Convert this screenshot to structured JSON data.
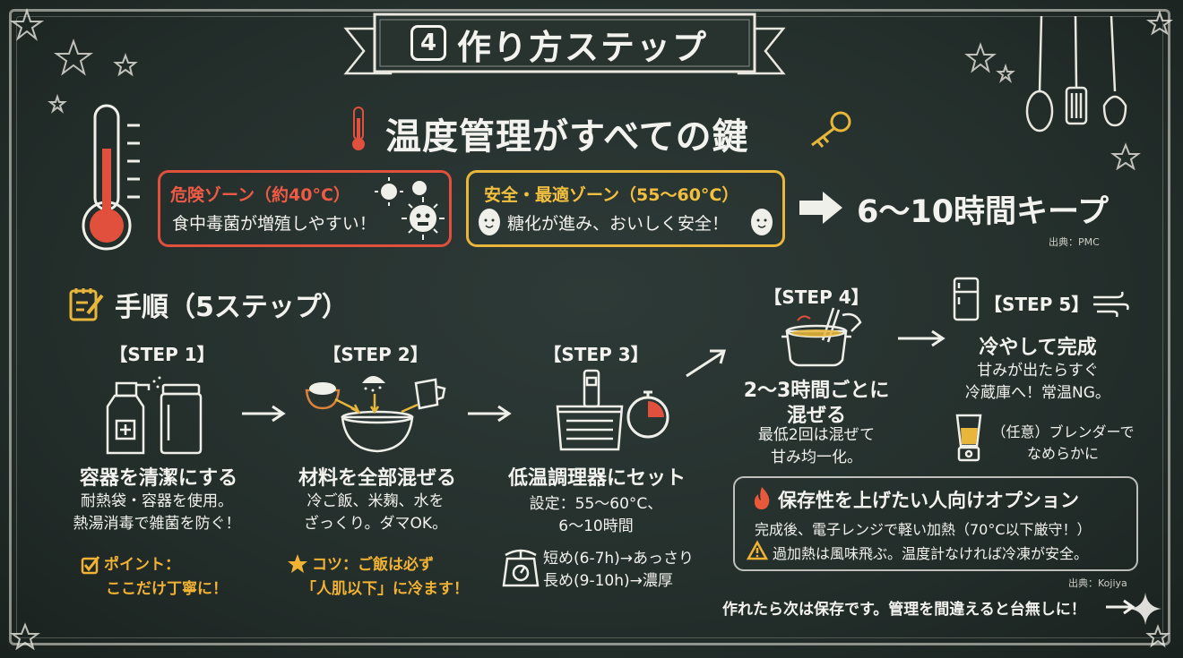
{
  "header": {
    "number": "4",
    "title": "作り方ステップ"
  },
  "temperature": {
    "heading": "温度管理がすべての鍵",
    "danger_title": "危険ゾーン（約40°C）",
    "danger_desc": "食中毒菌が増殖しやすい！",
    "safe_title": "安全・最適ゾーン（55〜60°C）",
    "safe_desc": "糖化が進み、おいしく安全！",
    "keep": "6〜10時間キープ",
    "source": "出典：PMC"
  },
  "procedure": {
    "title": "手順（5ステップ）",
    "steps": [
      {
        "label": "【STEP 1】",
        "title": "容器を清潔にする",
        "desc1": "耐熱袋・容器を使用。",
        "desc2": "熱湯消毒で雑菌を防ぐ！",
        "tip1": "ポイント：",
        "tip2": "ここだけ丁寧に！"
      },
      {
        "label": "【STEP 2】",
        "title": "材料を全部混ぜる",
        "desc1": "冷ご飯、米麹、水を",
        "desc2": "ざっくり。ダマOK。",
        "tip1": "コツ：ご飯は必ず",
        "tip2": "「人肌以下」に冷ます！"
      },
      {
        "label": "【STEP 3】",
        "title": "低温調理器にセット",
        "desc1": "設定：55〜60°C、",
        "desc2": "6〜10時間",
        "note1": "短め(6-7h)→あっさり",
        "note2": "長め(9-10h)→濃厚"
      },
      {
        "label": "【STEP 4】",
        "title1": "2〜3時間ごとに",
        "title2": "混ぜる",
        "desc1": "最低2回は混ぜて",
        "desc2": "甘み均一化。"
      },
      {
        "label": "【STEP 5】",
        "title": "冷やして完成",
        "desc1": "甘みが出たらすぐ",
        "desc2": "冷蔵庫へ！常温NG。",
        "note1": "（任意）ブレンダーで",
        "note2": "なめらかに"
      }
    ]
  },
  "option": {
    "title": "保存性を上げたい人向けオプション",
    "line1": "完成後、電子レンジで軽い加熱（70°C以下厳守！）",
    "line2": "過加熱は風味飛ぶ。温度計なければ冷凍が安全。",
    "source": "出典：Kojiya"
  },
  "footer": "作れたら次は保存です。管理を間違えると台無しに！",
  "colors": {
    "board": "#25302d",
    "danger": "#e0503c",
    "safe": "#e7b63b",
    "tip": "#f2b233",
    "chalk": "#f4f4ef"
  },
  "icons": [
    "thermometer-icon",
    "key-icon",
    "germ-icon",
    "rice-grain-icon",
    "arrow-icon",
    "memo-icon",
    "spray-bottle-icon",
    "jar-icon",
    "rice-bowl-icon",
    "mixing-bowl-icon",
    "measuring-cup-icon",
    "sous-vide-icon",
    "timer-icon",
    "scale-icon",
    "pot-icon",
    "fridge-icon",
    "wind-icon",
    "blender-icon",
    "fire-icon",
    "warning-icon",
    "checkbox-icon",
    "star-icon",
    "utensils-icon"
  ]
}
